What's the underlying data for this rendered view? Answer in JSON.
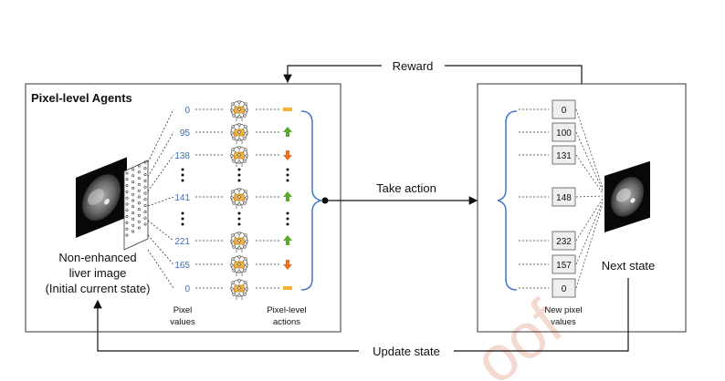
{
  "left_panel": {
    "title": "Pixel-level Agents",
    "pixel_values": [
      "0",
      "95",
      "138",
      "141",
      "221",
      "165",
      "0"
    ],
    "pixel_values_caption": [
      "Pixel",
      "values"
    ],
    "actions_caption": [
      "Pixel-level",
      "actions"
    ],
    "actions": [
      "keep",
      "up",
      "down",
      "up",
      "up",
      "down",
      "keep"
    ],
    "image_caption": [
      "Non-enhanced",
      "liver image",
      "(Initial current state)"
    ]
  },
  "right_panel": {
    "new_pixel_values": [
      "0",
      "100",
      "131",
      "148",
      "232",
      "157",
      "0"
    ],
    "new_values_caption": [
      "New pixel",
      "values"
    ],
    "next_state_label": "Next state"
  },
  "flow": {
    "reward_label": "Reward",
    "take_action_label": "Take action",
    "update_state_label": "Update state"
  },
  "watermark": "oof",
  "colors": {
    "value_blue": "#3a6fb5",
    "action_up": "#5aa832",
    "action_down": "#e8702a",
    "action_keep": "#f2b233",
    "bracket_blue": "#4a80c8",
    "agent_orange": "#f0b040"
  },
  "icons": {
    "agent": "neural-network-icon"
  }
}
